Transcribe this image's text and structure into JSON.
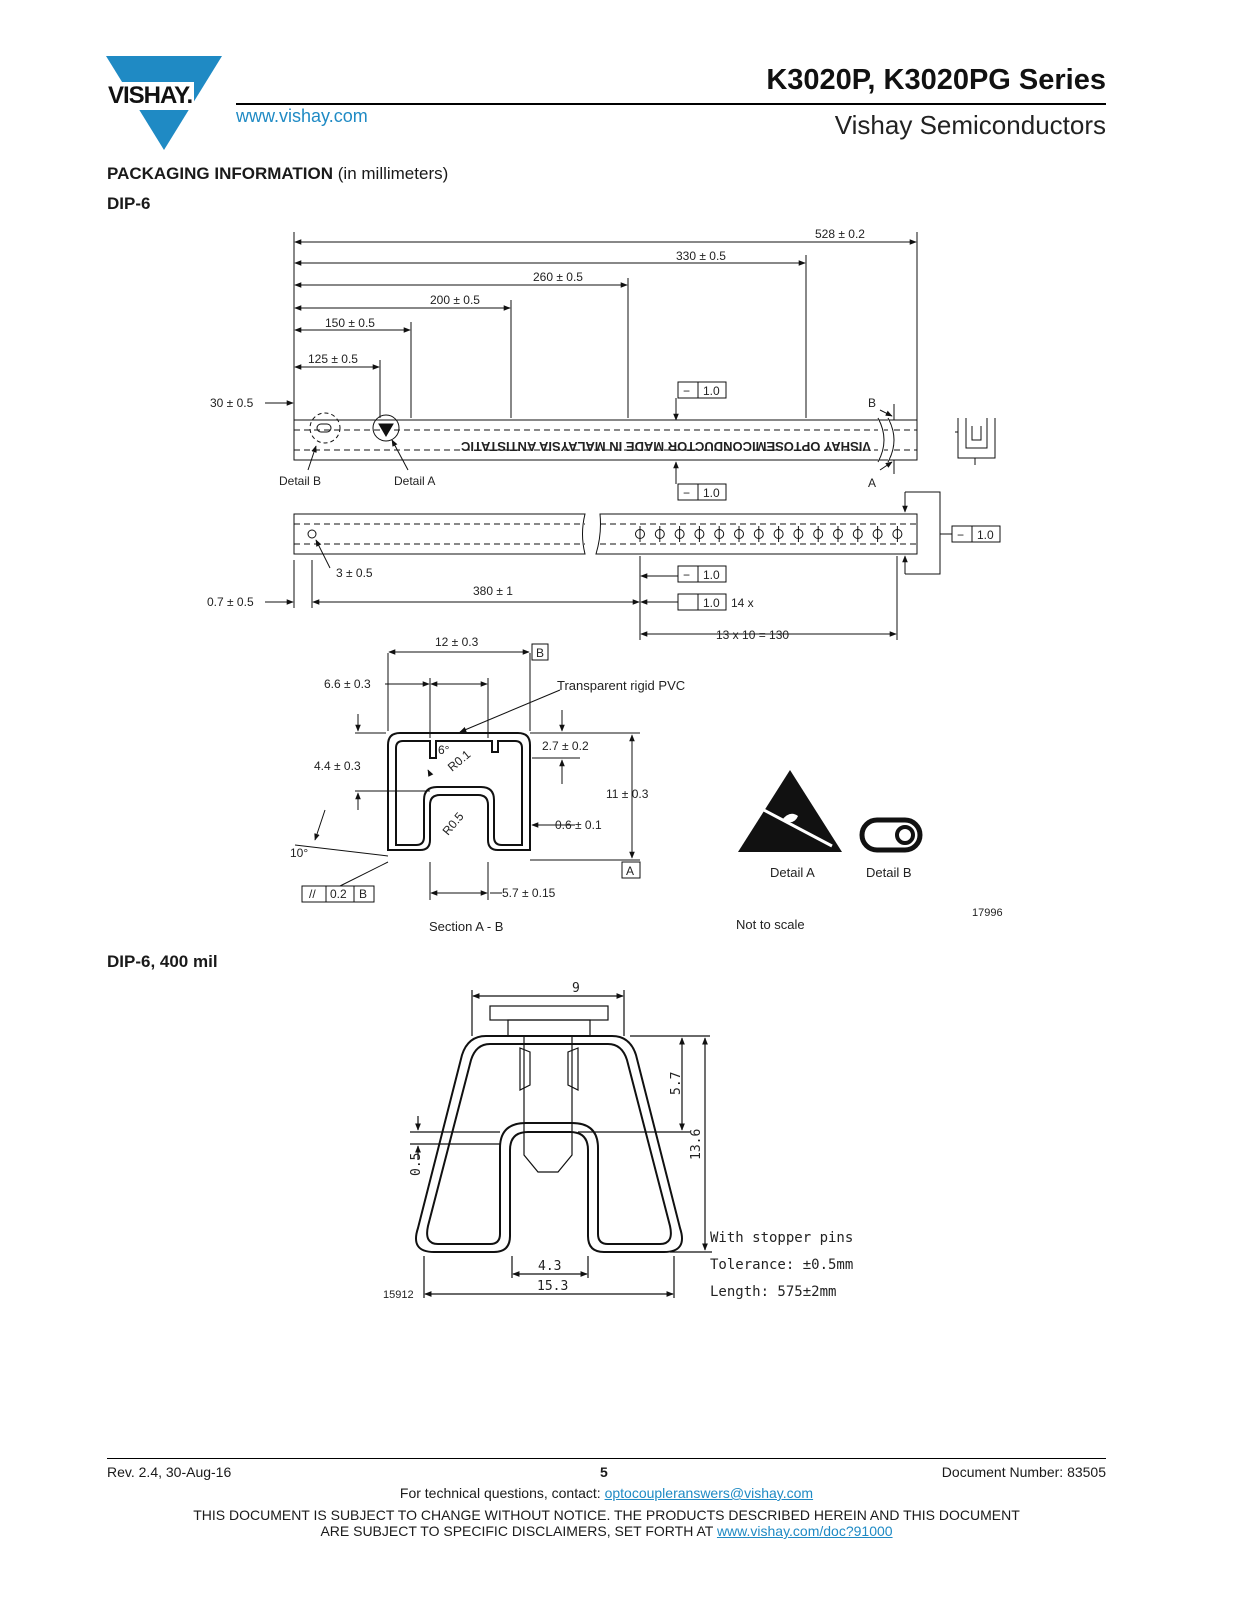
{
  "header": {
    "logo_text": "VISHAY.",
    "website": "www.vishay.com",
    "title": "K3020P, K3020PG Series",
    "subtitle": "Vishay Semiconductors",
    "brand_color": "#1f8ac4"
  },
  "section": {
    "heading": "PACKAGING INFORMATION",
    "heading_note": "(in millimeters)"
  },
  "dip6": {
    "label": "DIP-6",
    "tube_text": "VISHAY OPTOSEMICONDUCTOR MADE IN MALAYSIA ANTISTATIC",
    "dims": {
      "d528": "528 ± 0.2",
      "d330": "330 ± 0.5",
      "d260": "260 ± 0.5",
      "d200": "200 ± 0.5",
      "d150": "150 ± 0.5",
      "d125": "125 ± 0.5",
      "d30": "30 ± 0.5",
      "d07": "0.7 ± 0.5",
      "d3": "3 ± 0.5",
      "d380": "380 ± 1",
      "d13x10": "13 x 10 = 130",
      "tol": "1.0",
      "tol_count": "14 x",
      "d12": "12 ± 0.3",
      "d66": "6.6 ± 0.3",
      "d44": "4.4 ± 0.3",
      "d27": "2.7 ± 0.2",
      "d11": "11 ± 0.3",
      "d06": "0.6 ± 0.1",
      "d57": "5.7 ± 0.15",
      "angle6": "6°",
      "angle10": "10°",
      "r01": "R0.1",
      "r05": "R0.5",
      "par": "//",
      "par_val": "0.2"
    },
    "labels": {
      "detail_a": "Detail  A",
      "detail_b": "Detail  B",
      "letter_a": "A",
      "letter_b": "B",
      "pvc": "Transparent rigid PVC",
      "section_ab": "Section A - B",
      "not_to_scale": "Not to scale",
      "drawing_no": "17996"
    }
  },
  "dip6_400": {
    "label": "DIP-6, 400 mil",
    "dims": {
      "w9": "9",
      "h57": "5.7",
      "h136": "13.6",
      "t05": "0.5",
      "w43": "4.3",
      "w153": "15.3"
    },
    "notes": [
      "With  stopper pins",
      "Tolerance: ±0.5mm",
      "Length:  575±2mm"
    ],
    "drawing_no": "15912"
  },
  "footer": {
    "revision": "Rev. 2.4, 30-Aug-16",
    "page": "5",
    "doc_number": "Document Number: 83505",
    "contact_prefix": "For technical questions, contact:",
    "contact_email": "optocoupleranswers@vishay.com",
    "disclaimer_line1": "THIS DOCUMENT IS SUBJECT TO CHANGE WITHOUT NOTICE. THE PRODUCTS DESCRIBED HEREIN AND THIS DOCUMENT",
    "disclaimer_line2_prefix": "ARE SUBJECT TO SPECIFIC DISCLAIMERS, SET FORTH AT",
    "disclaimer_link": "www.vishay.com/doc?91000"
  }
}
